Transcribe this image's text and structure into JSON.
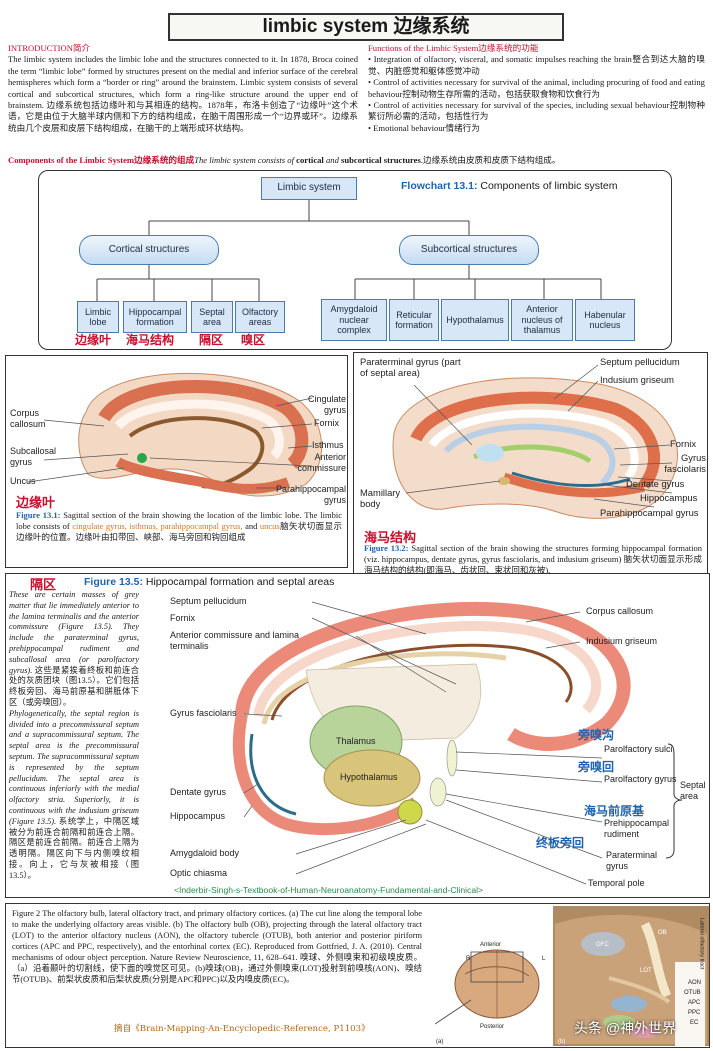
{
  "title": "limbic system 边缘系统",
  "intro": {
    "heading": "INTRODUCTION简介",
    "body": "The limbic system includes the limbic lobe and the structures connected to it. In 1878, Broca coined the term “limbic lobe” formed by structures present on the medial and inferior surface of the cerebral hemispheres which form a “border or ring” around the brainstem. Limbic system consists of several cortical and subcortical structures, which form a ring-like structure around the upper end of brainstem.  边缘系统包括边缘叶和与其相连的结构。1878年，布洛卡创造了“边缘叶”这个术语，它是由位于大脑半球内侧和下方的结构组成，在脑干周围形成一个“边界或环”。边缘系统由几个皮层和皮层下结构组成，在脑干的上端形成环状结构。"
  },
  "functions": {
    "heading": "Functions of the Limbic System边缘系统的功能",
    "items": [
      "Integration of olfactory, visceral, and somatic impulses reaching the brain整合到达大脑的嗅觉、内脏感觉和躯体感觉冲动",
      "Control of activities necessary for survival of the animal, including procuring of food and eating behaviour控制动物生存所需的活动，包括获取食物和饮食行为",
      "Control of activities necessary for survival of the species, including sexual behaviour控制物种繁衍所必需的活动，包括性行为",
      "Emotional behaviour情绪行为"
    ]
  },
  "components": {
    "heading": "Components of the Limbic System边缘系统的组成",
    "text_a": "The limbic system consists of ",
    "bold_a": "cortical",
    "text_b": " and ",
    "bold_b": "subcortical structures",
    "text_c": ".边缘系统由皮质和皮质下结构组成。"
  },
  "flowchart": {
    "title_fig": "Flowchart 13.1:",
    "title_text": " Components of limbic system",
    "root": "Limbic system",
    "cortical": "Cortical structures",
    "subcortical": "Subcortical structures",
    "cortical_items": [
      "Limbic lobe",
      "Hippocampal formation",
      "Septal area",
      "Olfactory areas"
    ],
    "subcortical_items": [
      "Amygdaloid nuclear complex",
      "Reticular formation",
      "Hypothalamus",
      "Anterior nucleus of thalamus",
      "Habenular nucleus"
    ],
    "cn_labels": [
      "边缘叶",
      "海马结构",
      "隔区",
      "嗅区"
    ]
  },
  "fig131": {
    "labels": {
      "corpus_callosum": "Corpus callosum",
      "subcallosal_gyrus": "Subcallosal gyrus",
      "uncus": "Uncus",
      "cingulate_gyrus": "Cingulate gyrus",
      "fornix": "Fornix",
      "isthmus": "Isthmus",
      "anterior_commissure": "Anterior commissure",
      "parahippocampal_gyrus": "Parahippocampal gyrus"
    },
    "cn_title": "边缘叶",
    "caption_fig": "Figure 13.1:",
    "caption_a": " Sagittal section of the brain showing the location of the limbic lobe. The limbic lobe consists of ",
    "caption_orange": "cingulate gyrus, isthmus, parahippocampal gyrus,",
    "caption_b": " and ",
    "caption_uncus": "uncus",
    "caption_c": "脑矢状切面显示边缘叶的位置。边缘叶由扣带回、峡部、海马旁回和钩回组成"
  },
  "fig132": {
    "labels": {
      "paraterminal": "Paraterminal gyrus (part of septal area)",
      "septum": "Septum pellucidum",
      "indusium": "Indusium griseum",
      "fornix": "Fornix",
      "gyrus_fasciolaris": "Gyrus fasciolaris",
      "dentate": "Dentate gyrus",
      "hippocampus": "Hippocampus",
      "parahippocampal": "Parahippocampal gyrus",
      "mamillary": "Mamillary body"
    },
    "cn_title": "海马结构",
    "caption_fig": "Figure 13.2:",
    "caption": " Sagittal section of the brain showing the structures forming hippocampal formation (viz. hippocampus, dentate gyrus, gyrus fasciolaris, and indusium griseum) 脑矢状切面显示形成海马结构的结构(即海马、齿状回、束状回和灰被)."
  },
  "fig135": {
    "cn_title": "隔区",
    "title_fig": "Figure 13.5:",
    "title_text": " Hippocampal formation and septal areas",
    "text_p1": "These are certain masses of grey matter that lie immediately anterior to the lamina terminalis and the anterior commissure (Figure 13.5). They include the paraterminal gyrus, prehippocampal rudiment and subcallosal area (or parolfactory gyrus).",
    "text_p1_cn": "这些是紧挨着终板和前连合处的灰质团块（图13.5）。它们包括终板旁回、海马前原基和胼胝体下区（或旁嗅回）。",
    "text_p2": "Phylogenetically, the septal region is divided into a precommissural septum and a supracommissural septum. The septal area is the precommissural septum. The supracommissural septum is represented by the septum pellucidum. The septal area is continuous inferiorly with the medial olfactory stria. Superiorly, it is continuous with the indusium griseum (Figure 13.5).",
    "text_p2_cn": "系统学上，中隔区域被分为前连合前隔和前连合上隔。隔区是前连合前隔。前连合上隔为透明隔。隔区向下与内侧嗅纹相接。向上，它与灰被相接（图13.5）。",
    "labels_left": {
      "septum": "Septum pellucidum",
      "fornix": "Fornix",
      "ant_comm": "Anterior commissure and lamina terminalis",
      "gyrus_fasc": "Gyrus fasciolaris",
      "dentate": "Dentate gyrus",
      "hippocampus": "Hippocampus",
      "amygdaloid": "Amygdaloid body",
      "optic": "Optic chiasma"
    },
    "labels_center": {
      "thalamus": "Thalamus",
      "hypothalamus": "Hypothalamus"
    },
    "labels_right": {
      "corpus": "Corpus callosum",
      "indusium": "Indusium griseum",
      "parolf_sulci": "Parolfactory sulci",
      "parolf_gyrus": "Parolfactory gyrus",
      "prehippo": "Prehippocampal rudiment",
      "paraterminal": "Paraterminal gyrus",
      "temporal": "Temporal pole",
      "septal_area": "Septal area"
    },
    "cn_right": [
      "旁嗅沟",
      "旁嗅回",
      "海马前原基",
      "终板旁回"
    ],
    "source": "<Inderbir-Singh-s-Textbook-of-Human-Neuroanatomy-Fundamental-and-Clinical>"
  },
  "fig2": {
    "caption": "Figure 2 The olfactory bulb, lateral olfactory tract, and primary olfactory cortices. (a) The cut line along the temporal lobe to make the underlying olfactory areas visible. (b) The olfactory bulb (OB), projecting through the lateral olfactory tract (LOT) to the anterior olfactory nucleus (AON), the olfactory tubercle (OTUB), both anterior and posterior piriform cortices (APC and PPC, respectively), and the entorhinal cortex (EC). Reproduced from Gottfried, J. A. (2010). Central mechanisms of odour object perception. Nature Review Neuroscience, 11, 628–641. 嗅球、外侧嗅束和初级嗅皮质。（a）沿着颞叶的切割线，使下面的嗅觉区可见。(b)嗅球(OB)，通过外侧嗅束(LOT)投射到前嗅核(AON)、嗅结节(OTUB)、前梨状皮质和后梨状皮质(分别是APC和PPC)以及内嗅皮质(EC)。",
    "source": "摘自《Brain-Mapping-An-Encyclopedic-Reference, P1103》",
    "cn_title": "嗅区",
    "img_labels": {
      "anterior": "Anterior",
      "posterior": "Posterior",
      "a": "(a)",
      "b": "(b)",
      "ofc": "OFC",
      "ob": "OB",
      "lot": "LOT",
      "aon": "AON",
      "otub": "OTUB",
      "apc": "APC",
      "ppc": "PPC",
      "ec": "EC",
      "r": "R",
      "l": "L",
      "side": "Lateral olfactory tract"
    }
  },
  "watermark": "头条 @神外世界"
}
